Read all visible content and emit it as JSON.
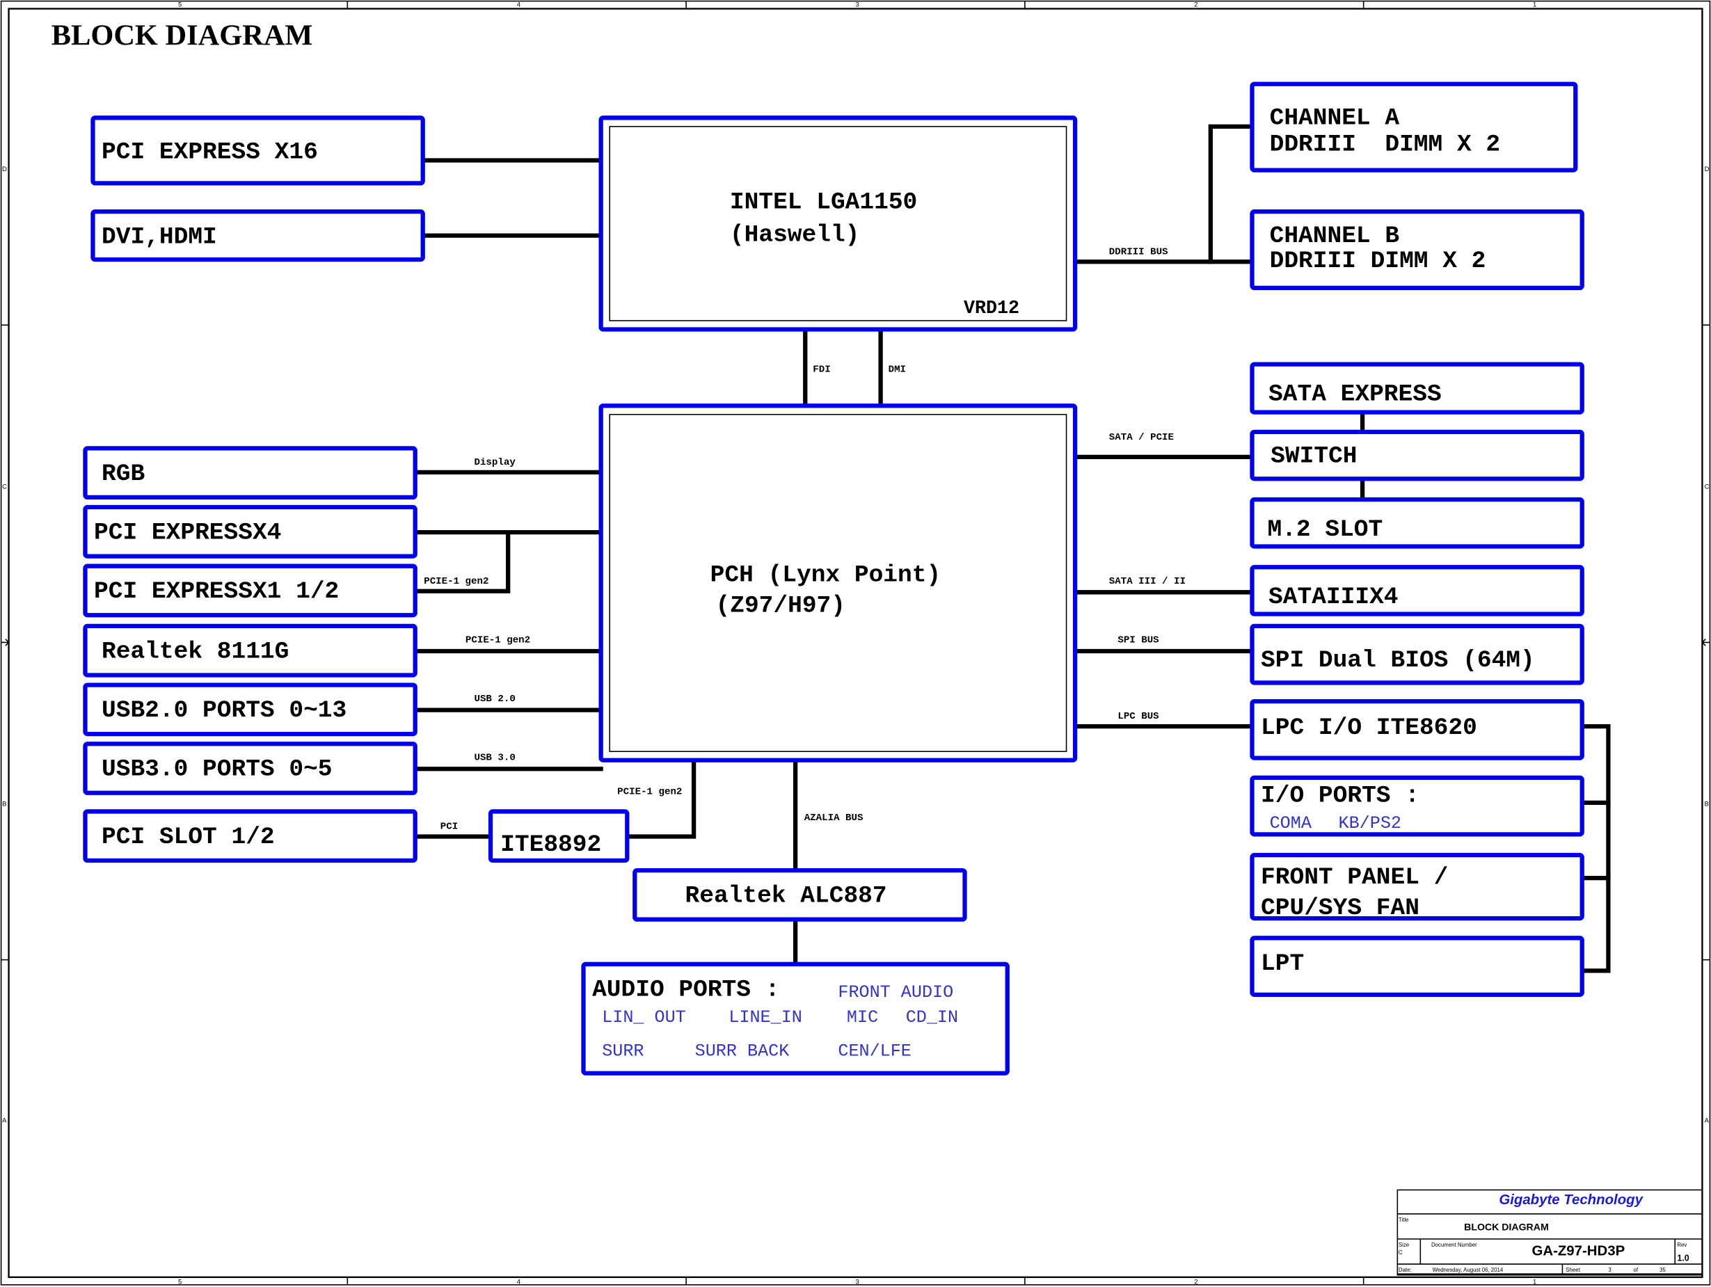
{
  "title": "BLOCK DIAGRAM",
  "zones": {
    "columns": [
      "5",
      "4",
      "3",
      "2",
      "1"
    ],
    "rows": [
      "D",
      "C",
      "B",
      "A"
    ]
  },
  "cpu": {
    "line1": "INTEL LGA1150",
    "line2": "(Haswell)",
    "vrd": "VRD12"
  },
  "pch": {
    "line1": "PCH (Lynx Point)",
    "line2": "(Z97/H97)"
  },
  "left_top": [
    {
      "label": "PCI EXPRESS X16"
    },
    {
      "label": "DVI,HDMI"
    }
  ],
  "memory": {
    "channel_a": {
      "line1": "CHANNEL A",
      "line2": "DDRIII  DIMM X 2"
    },
    "channel_b": {
      "line1": "CHANNEL B",
      "line2": "DDRIII DIMM X 2"
    },
    "bus": "DDRIII BUS"
  },
  "cpu_pch_links": {
    "fdi": "FDI",
    "dmi": "DMI"
  },
  "left_pch": [
    {
      "label": "RGB",
      "bus": "Display"
    },
    {
      "label": "PCI EXPRESSX4",
      "bus": ""
    },
    {
      "label": "PCI EXPRESSX1 1/2",
      "bus": "PCIE-1 gen2"
    },
    {
      "label": "Realtek 8111G",
      "bus": "PCIE-1 gen2"
    },
    {
      "label": "USB2.0 PORTS 0~13",
      "bus": "USB 2.0"
    },
    {
      "label": "USB3.0 PORTS 0~5",
      "bus": "USB 3.0"
    }
  ],
  "pci_slot": {
    "label": "PCI SLOT 1/2",
    "bus": "PCI"
  },
  "ite8892": {
    "label": "ITE8892",
    "bus": "PCIE-1 gen2"
  },
  "audio_codec": {
    "label": "Realtek ALC887",
    "bus": "AZALIA BUS"
  },
  "audio_ports": {
    "heading": "AUDIO PORTS :",
    "items": [
      "FRONT AUDIO",
      "LIN_ OUT",
      "LINE_IN",
      "MIC",
      "CD_IN",
      "SURR",
      "SURR BACK",
      "CEN/LFE"
    ]
  },
  "right_pch": {
    "sata_express": "SATA EXPRESS",
    "switch": "SWITCH",
    "m2": "M.2 SLOT",
    "sata": "SATAIIIX4",
    "spi": "SPI Dual BIOS (64M)",
    "lpc": "LPC I/O ITE8620",
    "buses": {
      "sata_pcie": "SATA / PCIE",
      "sata3": "SATA III / II",
      "spi": "SPI BUS",
      "lpc": "LPC BUS"
    }
  },
  "io_group": {
    "io_ports": {
      "heading": "I/O PORTS :",
      "items": [
        "COMA",
        "KB/PS2"
      ]
    },
    "front_panel": {
      "line1": "FRONT PANEL /",
      "line2": "CPU/SYS FAN"
    },
    "lpt": "LPT"
  },
  "title_block": {
    "company": "Gigabyte Technology",
    "title_label": "Title",
    "title_value": "BLOCK DIAGRAM",
    "size_label": "Size",
    "size_value": "C",
    "docnum_label": "Document Number",
    "docnum_value": "GA-Z97-HD3P",
    "rev_label": "Rev",
    "rev_value": "1.0",
    "date_label": "Date:",
    "date_value": "Wednesday, August 06, 2014",
    "sheet_label": "Sheet",
    "sheet_value": "3",
    "of_label": "of",
    "sheet_total": "35"
  },
  "colors": {
    "box": "#0000ee",
    "sub_text": "#3333cc",
    "company": "#1a1ad6"
  }
}
